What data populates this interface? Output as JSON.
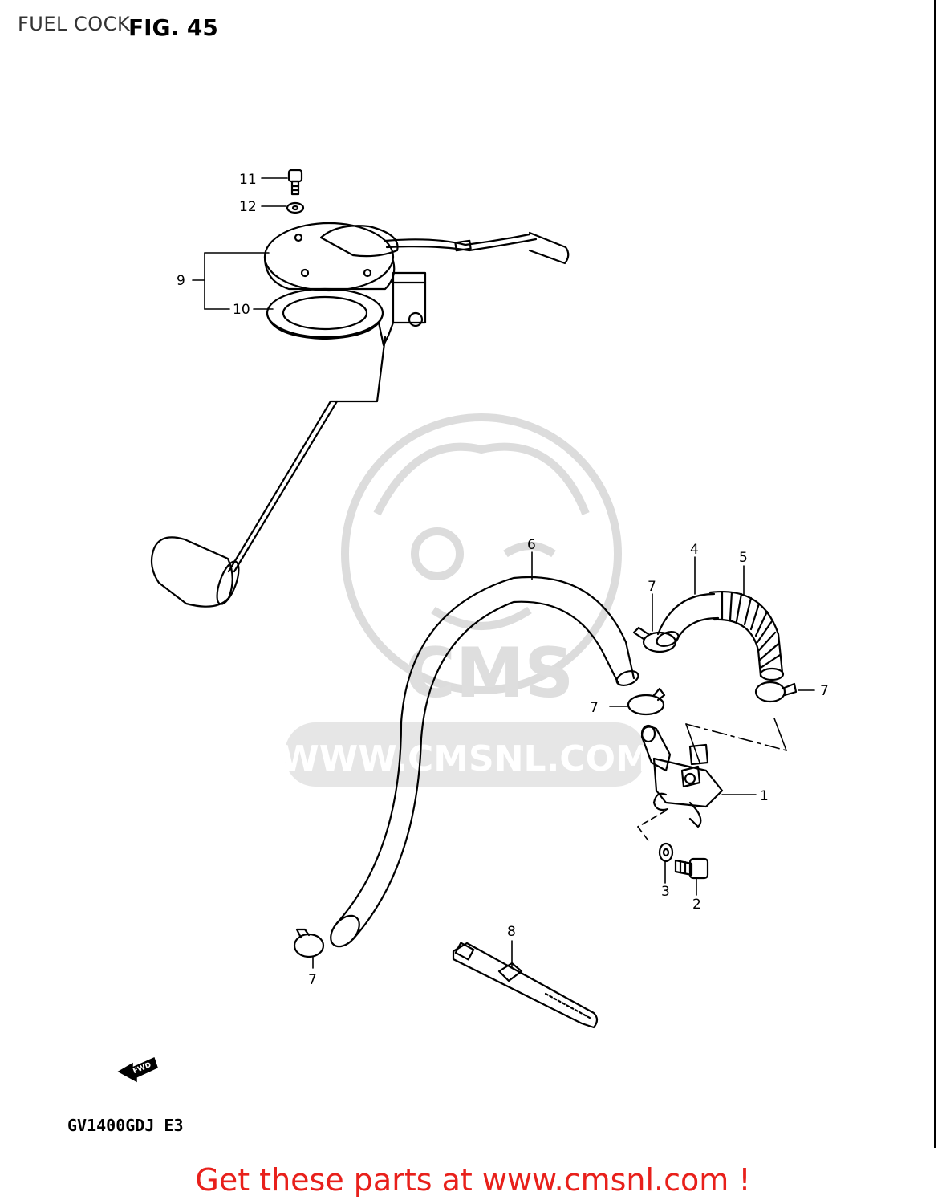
{
  "header": {
    "caption": "FUEL COCK",
    "figure": "FIG. 45"
  },
  "model_code": "GV1400GDJ  E3",
  "watermark": {
    "brand": "CMS",
    "url": "WWW.CMSNL.COM"
  },
  "fwd_label": "FWD",
  "callouts": {
    "c1": "1",
    "c2": "2",
    "c3": "3",
    "c4": "4",
    "c5": "5",
    "c6": "6",
    "c7a": "7",
    "c7b": "7",
    "c7c": "7",
    "c7d": "7",
    "c8": "8",
    "c9": "9",
    "c10": "10",
    "c11": "11",
    "c12": "12"
  },
  "footer": {
    "text": "Get these parts at www.cmsnl.com !"
  },
  "colors": {
    "line": "#000000",
    "watermark": "#d9d9d9",
    "footer": "#e8201b"
  }
}
